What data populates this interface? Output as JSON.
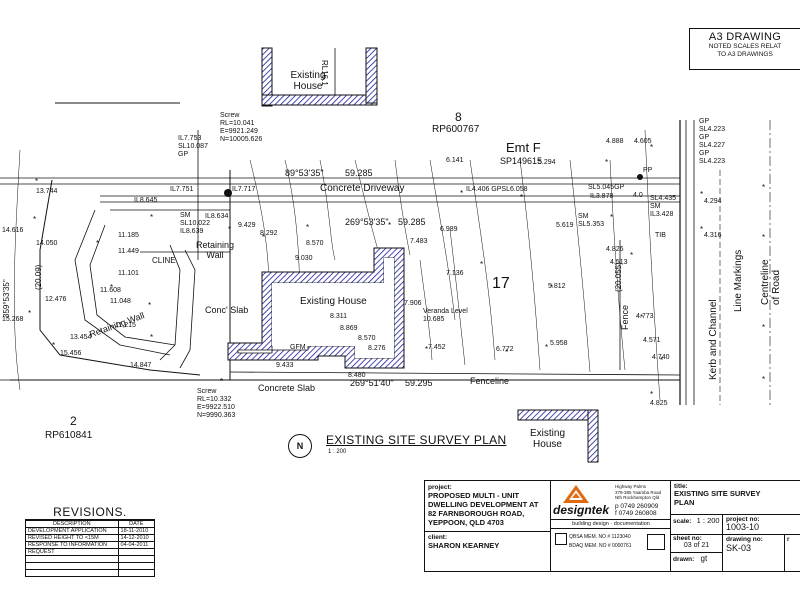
{
  "a3_note": {
    "heading": "A3 DRAWING",
    "line1": "NOTED SCALES RELAT",
    "line2": "TO A3 DRAWINGS"
  },
  "plan": {
    "lot_8": "8",
    "rp_8": "RP600767",
    "existing_house_top": "Existing\nHouse",
    "rl_top": "RL16.1",
    "emt": "Emt F",
    "sp": "SP149615",
    "screw_top": [
      "Screw",
      "RL=10.041",
      "E=9921.249",
      "N=10005.626"
    ],
    "il_gp_left": [
      "IL7.753",
      "SL10.087",
      "GP"
    ],
    "bearing_top": "89°53'35\"",
    "dist_top": "59.285",
    "concrete_driveway": "Concrete Driveway",
    "il_gpsl": "IL4.406 GPSL6.058",
    "sl_gp": "SL5.045GP",
    "il_751": "IL7.751",
    "il_717": "IL7.717",
    "il_8645": "IL8.645",
    "sm_left": [
      "SM",
      "SL10.022",
      "IL8.639"
    ],
    "il_8634": "IL8.634",
    "bearing_mid": "269°53'35\"",
    "dist_mid": "59.285",
    "sm_right": [
      "SM",
      "SL5.353"
    ],
    "il_3878": "IL3.878",
    "retaining_wall_top": "Retaining\nWall",
    "cline": "CLINE",
    "lot_17": "17",
    "existing_house_main": "Existing House",
    "veranda": [
      "Veranda Level",
      "10.685"
    ],
    "conc_slab": "Conc' Slab",
    "gfm": "GFM",
    "retaining_wall_left": "Retaining Wall",
    "screw_bottom": [
      "Screw",
      "RL=10.332",
      "E=9922.510",
      "N=9990.363"
    ],
    "concrete_slab": "Concrete Slab",
    "bearing_bottom": "269°51'40\"",
    "dist_bottom": "59.295",
    "fenceline": "Fenceline",
    "fence": "Fence",
    "dim_20055": "(20.055)",
    "dim_20069": "(20.09)",
    "bearing_left": "359°53'35\"",
    "lot_2": "2",
    "rp_2": "RP610841",
    "existing_house_bottom": "Existing\nHouse",
    "kerb_channel": "Kerb and Channel",
    "line_markings": "Line Markings",
    "centreline": "Centreline of Road",
    "pp": "PP",
    "tib": "TIB",
    "gp_sl_right": [
      "GP",
      "SL4.223",
      "GP",
      "SL4.227",
      "GP",
      "SL4.223"
    ],
    "sl_il_right": [
      "SL4.435",
      "SM",
      "IL3.428"
    ],
    "spot_levels": [
      {
        "v": "14.616"
      },
      {
        "v": "15.268"
      },
      {
        "v": "13.744"
      },
      {
        "v": "14.050"
      },
      {
        "v": "12.476"
      },
      {
        "v": "15.456"
      },
      {
        "v": "13.454"
      },
      {
        "v": "14.847"
      },
      {
        "v": "11.185"
      },
      {
        "v": "11.449"
      },
      {
        "v": "11.608"
      },
      {
        "v": "11.048"
      },
      {
        "v": "11.215"
      },
      {
        "v": "11.101"
      },
      {
        "v": "9.429"
      },
      {
        "v": "8.292"
      },
      {
        "v": "8.570"
      },
      {
        "v": "9.030"
      },
      {
        "v": "7.483"
      },
      {
        "v": "6.989"
      },
      {
        "v": "6.141"
      },
      {
        "v": "5.294"
      },
      {
        "v": "5.619"
      },
      {
        "v": "7.136"
      },
      {
        "v": "5.812"
      },
      {
        "v": "7.906"
      },
      {
        "v": "8.311"
      },
      {
        "v": "8.869"
      },
      {
        "v": "8.570"
      },
      {
        "v": "8.276"
      },
      {
        "v": "9.433"
      },
      {
        "v": "8.480"
      },
      {
        "v": "7.452"
      },
      {
        "v": "6.772"
      },
      {
        "v": "5.958"
      },
      {
        "v": "4.888"
      },
      {
        "v": "4.605"
      },
      {
        "v": "4.294"
      },
      {
        "v": "4.316"
      },
      {
        "v": "4.826"
      },
      {
        "v": "4.513"
      },
      {
        "v": "4.773"
      },
      {
        "v": "4.571"
      },
      {
        "v": "4.740"
      },
      {
        "v": "4.825"
      },
      {
        "v": "4.0"
      }
    ],
    "plan_title": "EXISTING SITE SURVEY PLAN",
    "plan_scale": "1 : 200",
    "north": "N"
  },
  "revisions": {
    "title": "REVISIONS.",
    "headers": [
      "DESCRIPTION",
      "DATE"
    ],
    "rows": [
      [
        "DEVELOPMENT APPLICATION",
        "18-11-2010"
      ],
      [
        "REVISED HEIGHT TO <15M",
        "14-12-2010"
      ],
      [
        "RESPONSE TO INFORMATION",
        "04-04-2011"
      ],
      [
        "REQUEST",
        ""
      ],
      [
        "",
        ""
      ],
      [
        "",
        ""
      ],
      [
        "",
        ""
      ]
    ]
  },
  "title_block": {
    "project_label": "project:",
    "project_lines": [
      "PROPOSED MULTI - UNIT",
      "DWELLING DEVELOPMENT AT",
      "82 FARNBOROUGH ROAD,",
      "YEPPOON, QLD 4703"
    ],
    "client_label": "client:",
    "client": "SHARON KEARNEY",
    "logo_text": "designtek",
    "address_lines": [
      "Highway Palms",
      "379-385 Yaamba Road",
      "Nth Rockhampton Qld"
    ],
    "phone": "p 0749 260909",
    "fax": "f 0749 260808",
    "tagline": "building design · documentation",
    "qbsa": "QBSA MEM. NO # 1123040",
    "bdaq": "BDAQ MEM. NO # 0000761",
    "title_label": "title:",
    "title_lines": [
      "EXISTING SITE SURVEY",
      "PLAN"
    ],
    "scale_label": "scale:",
    "scale": "1 : 200",
    "project_no_label": "project no:",
    "project_no": "1003-10",
    "sheet_label": "sheet no:",
    "sheet": "03 of 21",
    "drawing_label": "drawing no:",
    "drawing_no": "SK-03",
    "rev_label": "r",
    "drawn_label": "drawn:",
    "drawn": "gt"
  }
}
